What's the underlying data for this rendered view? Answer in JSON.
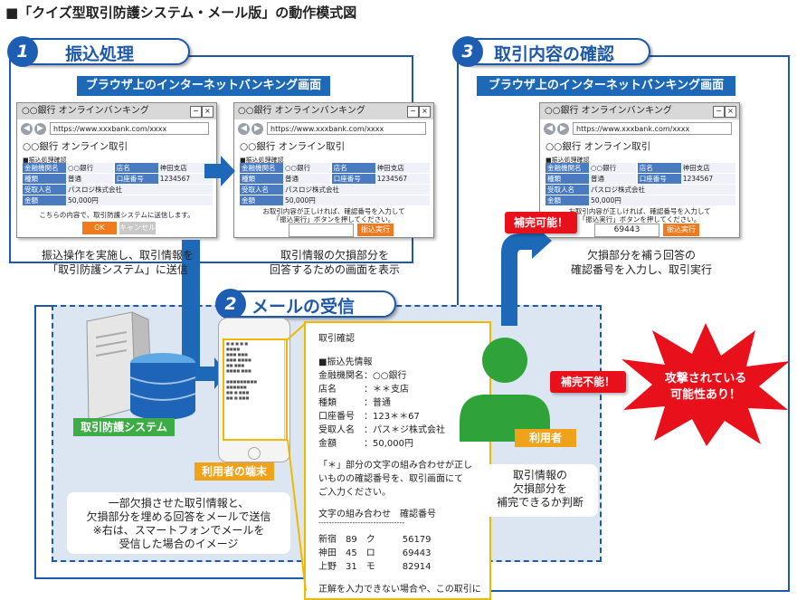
{
  "title": "■「クイズ型取引防護システム・メール版」の動作模式図",
  "steps": {
    "s1": {
      "num": "1",
      "label": "振込処理"
    },
    "s2": {
      "num": "2",
      "label": "メールの受信"
    },
    "s3": {
      "num": "3",
      "label": "取引内容の確認"
    }
  },
  "browser_bar": "ブラウザ上のインターネットバンキング画面",
  "window": {
    "title": "○○銀行 オンラインバンキング",
    "url": "https://www.xxxbank.com/xxxx",
    "heading": "○○銀行 オンライン取引",
    "section": "■振込処理確認",
    "labels": [
      "金融機関名",
      "店名",
      "種類",
      "口座番号",
      "受取人名",
      "金額"
    ]
  },
  "win1": {
    "rows": [
      [
        "金融機関名",
        "○○銀行",
        "店名",
        "神田支店"
      ],
      [
        "種類",
        "普通",
        "口座番号",
        "1234567"
      ],
      [
        "受取人名",
        "パスロジ株式会社",
        "",
        ""
      ],
      [
        "金額",
        "50,000円",
        "",
        ""
      ]
    ],
    "message": "こちらの内容で、取引防護システムに送信します。",
    "ok": "OK",
    "cancel": "キャンセル"
  },
  "win2": {
    "rows": [
      [
        "金融機関名",
        "○○銀行",
        "店名",
        "神田支店"
      ],
      [
        "種類",
        "普通",
        "口座番号",
        "1234567"
      ],
      [
        "受取人名",
        "パスロジ株式会社",
        "",
        ""
      ],
      [
        "金額",
        "50,000円",
        "",
        ""
      ]
    ],
    "message1": "お取引内容が正しければ、確認番号を入力して",
    "message2": "「振込実行」ボタンを押してください。",
    "input": "",
    "exec": "振込実行"
  },
  "win3": {
    "rows": [
      [
        "金融機関名",
        "○○銀行",
        "店名",
        "神田支店"
      ],
      [
        "種類",
        "普通",
        "口座番号",
        "1234567"
      ],
      [
        "受取人名",
        "パスロジ株式会社",
        "",
        ""
      ],
      [
        "金額",
        "50,000円",
        "",
        ""
      ]
    ],
    "message1": "お取引内容が正しければ、確認番号を入力して",
    "message2": "「振込実行」ボタンを押してください。",
    "input": "69443",
    "exec": "振込実行"
  },
  "captions": {
    "c1a": "振込操作を実施し、取引情報を",
    "c1b": "「取引防護システム」に送信",
    "c2a": "取引情報の欠損部分を",
    "c2b": "回答するための画面を表示",
    "c3a": "欠損部分を補う回答の",
    "c3b": "確認番号を入力し、取引実行"
  },
  "server_label": "取引防護システム",
  "phone_label": "利用者の端末",
  "user_label": "利用者",
  "note_left": [
    "一部欠損させた取引情報と、",
    "欠損部分を埋める回答をメールで送信",
    "※右は、スマートフォンでメールを",
    "受信した場合のイメージ"
  ],
  "note_right": [
    "取引情報の",
    "欠損部分を",
    "補完できるか判断"
  ],
  "callout_ok": "補完可能！",
  "callout_ng": "補完不能！",
  "burst": [
    "攻撃されている",
    "可能性あり！"
  ],
  "mail": {
    "lines": [
      "取引確認",
      "",
      "■振込先情報",
      "金融機関名：○○銀行",
      "店名　　　：＊＊支店",
      "種類　　　：普通",
      "口座番号　：123＊＊67",
      "受取人名　：パス＊ジ株式会社",
      "金額　　　：50,000円",
      "",
      "「＊」部分の文字の組み合わせが正し",
      "いものの確認番号を、取引画面にて",
      "ご入力ください。",
      "",
      "文字の組み合わせ　確認番号",
      "---------------------------------",
      "新宿　89　ク　　　56179",
      "神田　45　ロ　　　69443",
      "上野　31　モ　　　82914",
      "",
      "正解を入力できない場合や、この取引に"
    ]
  },
  "colors": {
    "frame": "#1e58a8",
    "step": "#1e5eb2",
    "green": "#3eac46",
    "orange": "#f0a21b",
    "red": "#e8101a"
  }
}
